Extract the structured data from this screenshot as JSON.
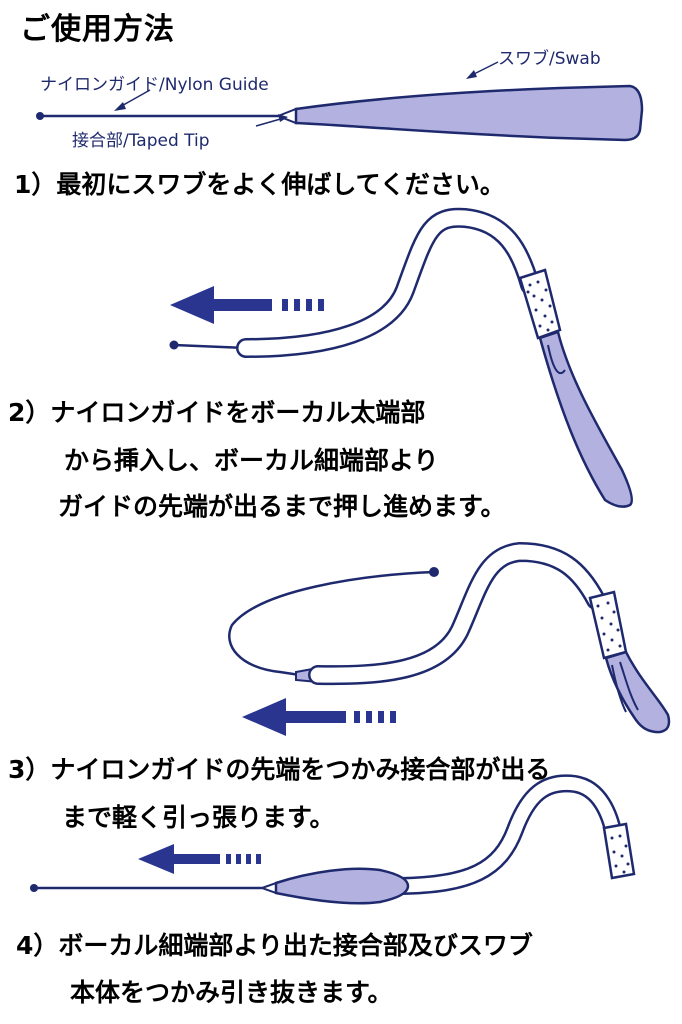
{
  "title": "ご使用方法",
  "labels": {
    "swab": "スワブ/Swab",
    "nylon_guide": "ナイロンガイド/Nylon Guide",
    "taped_tip": "接合部/Taped Tip"
  },
  "steps": [
    {
      "lines": [
        "1）最初にスワブをよく伸ばしてください。"
      ]
    },
    {
      "lines": [
        "2）ナイロンガイドをボーカル太端部",
        "から挿入し、ボーカル細端部より",
        "ガイドの先端が出るまで押し進めます。"
      ]
    },
    {
      "lines": [
        "3）ナイロンガイドの先端をつかみ接合部が出る",
        "まで軽く引っ張ります。"
      ]
    },
    {
      "lines": [
        "4）ボーカル細端部より出た接合部及びスワブ",
        "本体をつかみ引き抜きます。"
      ]
    }
  ],
  "colors": {
    "outline": "#1f2a6e",
    "swab_fill": "#b3b1e0",
    "arrow": "#2a3590",
    "text": "#000000"
  }
}
